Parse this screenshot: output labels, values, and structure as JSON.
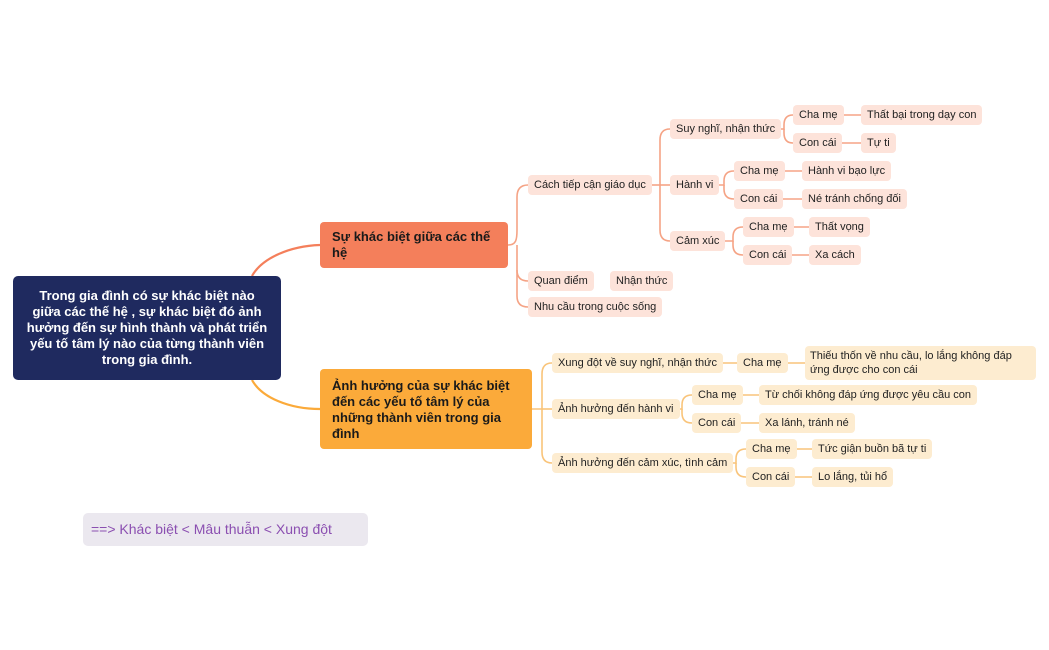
{
  "root": {
    "text": "Trong gia đình có sự khác biệt nào giữa các thế hệ , sự khác biệt  đó ảnh hưởng đến sự hình thành và phát triển yếu tố tâm lý nào của từng thành viên trong gia đình."
  },
  "branch1": {
    "label": "Sự khác biệt giữa các thế hệ",
    "children": [
      {
        "label": "Cách tiếp cận giáo dục",
        "children": [
          {
            "label": "Suy nghĩ, nhận thức",
            "children": [
              {
                "label": "Cha mẹ",
                "leaf": "Thất bại trong dạy con"
              },
              {
                "label": "Con cái",
                "leaf": "Tự ti"
              }
            ]
          },
          {
            "label": "Hành vi",
            "children": [
              {
                "label": "Cha mẹ",
                "leaf": "Hành vi bạo lực"
              },
              {
                "label": "Con cái",
                "leaf": "Né tránh chống đối"
              }
            ]
          },
          {
            "label": "Cảm xúc",
            "children": [
              {
                "label": "Cha mẹ",
                "leaf": "Thất vọng"
              },
              {
                "label": "Con cái",
                "leaf": "Xa cách"
              }
            ]
          }
        ]
      },
      {
        "label": "Quan điểm",
        "leaf": "Nhận thức"
      },
      {
        "label": "Nhu cầu trong cuộc sống"
      }
    ]
  },
  "branch2": {
    "label": "Ảnh hưởng của sự khác biệt đến các yếu tố tâm lý của những thành viên trong gia đình",
    "children": [
      {
        "label": "Xung đột về suy nghĩ, nhận thức",
        "child": {
          "label": "Cha mẹ",
          "leaf": "Thiếu thốn về nhu cầu, lo lắng không đáp ứng được cho con cái"
        }
      },
      {
        "label": "Ảnh hưởng đến hành vi",
        "children": [
          {
            "label": "Cha mẹ",
            "leaf": "Từ chối không đáp ứng được yêu cầu con"
          },
          {
            "label": "Con cái",
            "leaf": "Xa lánh, tránh né"
          }
        ]
      },
      {
        "label": "Ảnh hưởng đến cảm xúc, tình cảm",
        "children": [
          {
            "label": "Cha mẹ",
            "leaf": "Tức giận buồn bã tự ti"
          },
          {
            "label": "Con cái",
            "leaf": "Lo lắng, tủi hổ"
          }
        ]
      }
    ]
  },
  "note": "==> Khác biệt < Mâu thuẫn < Xung đột",
  "colors": {
    "root": "#1f2a5f",
    "branch1": "#f47f5b",
    "branch2": "#fbaa3a",
    "sub1": "#fde3da",
    "sub2": "#fdecd0",
    "note": "#8b4fb1"
  }
}
